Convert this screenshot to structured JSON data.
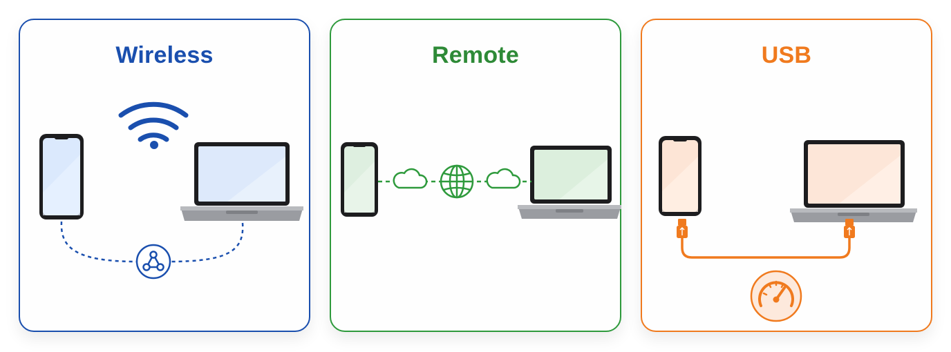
{
  "panels": [
    {
      "id": "wireless",
      "title": "Wireless",
      "color": "#1a4fae",
      "tint": "#e4efff"
    },
    {
      "id": "remote",
      "title": "Remote",
      "color": "#2e9a3c",
      "tint": "#e4f3e6"
    },
    {
      "id": "usb",
      "title": "USB",
      "color": "#f07a1e",
      "tint": "#fde9dc"
    }
  ],
  "icons": {
    "wireless": [
      "smartphone-icon",
      "wifi-icon",
      "laptop-icon",
      "network-hub-icon"
    ],
    "remote": [
      "smartphone-icon",
      "cloud-icon",
      "globe-icon",
      "cloud-icon",
      "laptop-icon"
    ],
    "usb": [
      "smartphone-icon",
      "usb-plug-icon",
      "usb-plug-icon",
      "laptop-icon",
      "speedometer-icon"
    ]
  }
}
